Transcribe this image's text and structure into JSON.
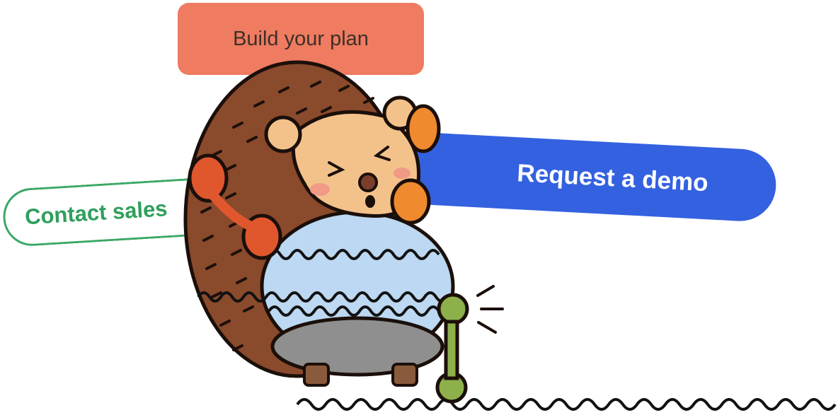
{
  "buttons": {
    "build_plan": "Build your plan",
    "request_demo": "Request a demo",
    "contact_sales": "Contact sales"
  },
  "colors": {
    "build_plan_bg": "#ef7b61",
    "request_demo_bg": "#3461e0",
    "contact_sales_accent": "#3aa866",
    "background": "#ffffff"
  },
  "illustration": {
    "icon": "hedgehog-with-phones-icon"
  }
}
